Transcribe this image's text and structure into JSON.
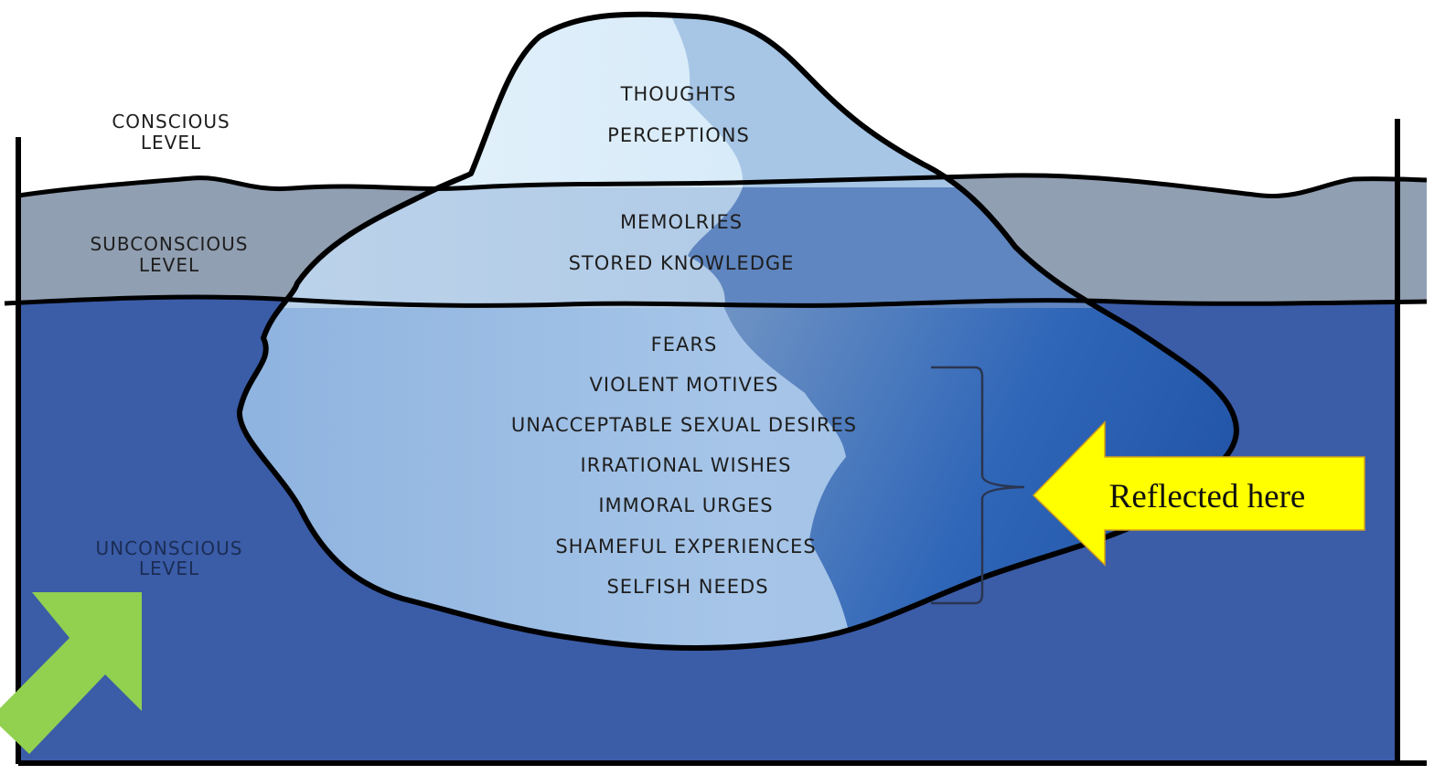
{
  "levels": {
    "conscious": [
      "CONSCIOUS",
      "LEVEL"
    ],
    "subconscious": [
      "SUBCONSCIOUS",
      "LEVEL"
    ],
    "unconscious": [
      "UNCONSCIOUS",
      "LEVEL"
    ]
  },
  "conscious_items": [
    "THOUGHTS",
    "PERCEPTIONS"
  ],
  "subconscious_items": [
    "MEMOLRIES",
    "STORED KNOWLEDGE"
  ],
  "unconscious_items": [
    "FEARS",
    "VIOLENT MOTIVES",
    "UNACCEPTABLE SEXUAL DESIRES",
    "IRRATIONAL WISHES",
    "IMMORAL URGES",
    "SHAMEFUL EXPERIENCES",
    "SELFISH NEEDS"
  ],
  "callout": {
    "text": "Reflected here",
    "color": "#ffff00"
  },
  "arrow": {
    "color": "#92d050",
    "icon": "green-diagonal-arrow-icon"
  },
  "colors": {
    "deep_water": "#3b5ca7",
    "mid_band": "#8f9fb3",
    "ice_light": "#dceefa",
    "ice_mid": "#a9c8e8",
    "ice_dark": "#3f72bb"
  }
}
